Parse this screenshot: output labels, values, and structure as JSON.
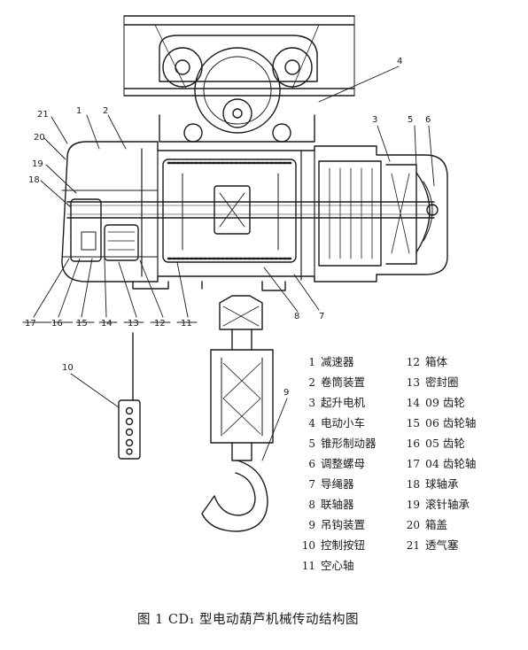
{
  "callouts": [
    "1",
    "2",
    "3",
    "4",
    "5",
    "6",
    "7",
    "8",
    "9",
    "10",
    "11",
    "12",
    "13",
    "14",
    "15",
    "16",
    "17",
    "18",
    "19",
    "20",
    "21"
  ],
  "legend": [
    {
      "n": "1",
      "text": "减速器"
    },
    {
      "n": "2",
      "text": "卷筒装置"
    },
    {
      "n": "3",
      "text": "起升电机"
    },
    {
      "n": "4",
      "text": "电动小车"
    },
    {
      "n": "5",
      "text": "锥形制动器"
    },
    {
      "n": "6",
      "text": "调整螺母"
    },
    {
      "n": "7",
      "text": "导绳器"
    },
    {
      "n": "8",
      "text": "联轴器"
    },
    {
      "n": "9",
      "text": "吊钩装置"
    },
    {
      "n": "10",
      "text": "控制按钮"
    },
    {
      "n": "11",
      "text": "空心轴"
    },
    {
      "n": "12",
      "text": "箱体"
    },
    {
      "n": "13",
      "text": "密封圈"
    },
    {
      "n": "14",
      "text": "09 齿轮"
    },
    {
      "n": "15",
      "text": "06 齿轮轴"
    },
    {
      "n": "16",
      "text": "05 齿轮"
    },
    {
      "n": "17",
      "text": "04 齿轮轴"
    },
    {
      "n": "18",
      "text": "球轴承"
    },
    {
      "n": "19",
      "text": "滚针轴承"
    },
    {
      "n": "20",
      "text": "箱盖"
    },
    {
      "n": "21",
      "text": "透气塞"
    }
  ],
  "caption": "图 1   CD₁ 型电动葫芦机械传动结构图"
}
